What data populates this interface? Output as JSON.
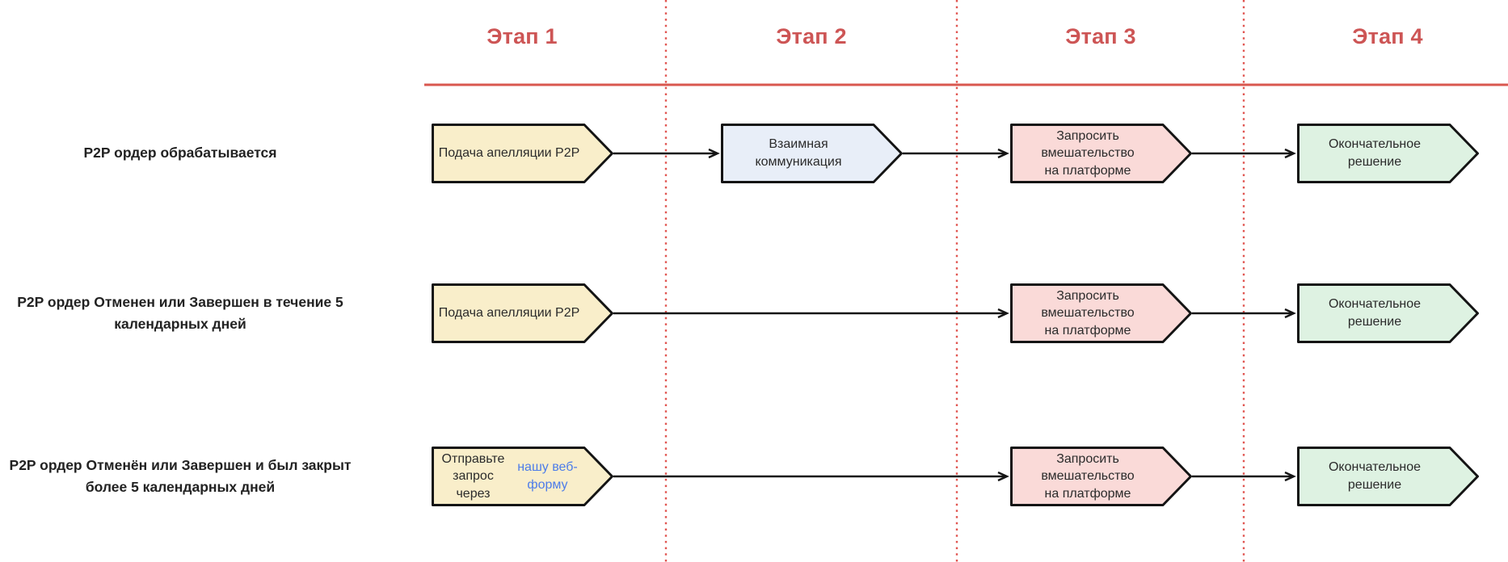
{
  "header": {
    "stages": [
      {
        "label": "Этап 1"
      },
      {
        "label": "Этап 2"
      },
      {
        "label": "Этап 3"
      },
      {
        "label": "Этап 4"
      }
    ]
  },
  "rows": [
    {
      "label": "P2P ордер обрабатывается",
      "nodes": [
        {
          "stage": 1,
          "text": "Подача апелляции P2P"
        },
        {
          "stage": 2,
          "text": "Взаимная\nкоммуникация"
        },
        {
          "stage": 3,
          "text": "Запросить вмешательство\nна платформе"
        },
        {
          "stage": 4,
          "text": "Окончательное\nрешение"
        }
      ]
    },
    {
      "label": "P2P ордер Отменен или Завершен в течение 5\nкалендарных дней",
      "nodes": [
        {
          "stage": 1,
          "text": "Подача апелляции P2P"
        },
        {
          "stage": 3,
          "text": "Запросить вмешательство\nна платформе"
        },
        {
          "stage": 4,
          "text": "Окончательное\nрешение"
        }
      ]
    },
    {
      "label": "P2P ордер Отменён или Завершен и был закрыт\nболее 5 календарных дней",
      "nodes": [
        {
          "stage": 1,
          "text_prefix": "Отправьте запрос\nчерез ",
          "link_text": "нашу веб-форму"
        },
        {
          "stage": 3,
          "text": "Запросить вмешательство\nна платформе"
        },
        {
          "stage": 4,
          "text": "Окончательное\nрешение"
        }
      ]
    }
  ],
  "colors": {
    "stage1_fill": "#f9eeca",
    "stage2_fill": "#e8eef8",
    "stage3_fill": "#fadad8",
    "stage4_fill": "#def2e2",
    "node_border": "#141414",
    "header_red": "#cd5555",
    "rule_red": "#d9574f",
    "dot_red": "#e05550",
    "link_blue": "#4d7ce9",
    "label_text": "#222222",
    "node_text": "#2b2b2b",
    "arrow_black": "#141414"
  }
}
